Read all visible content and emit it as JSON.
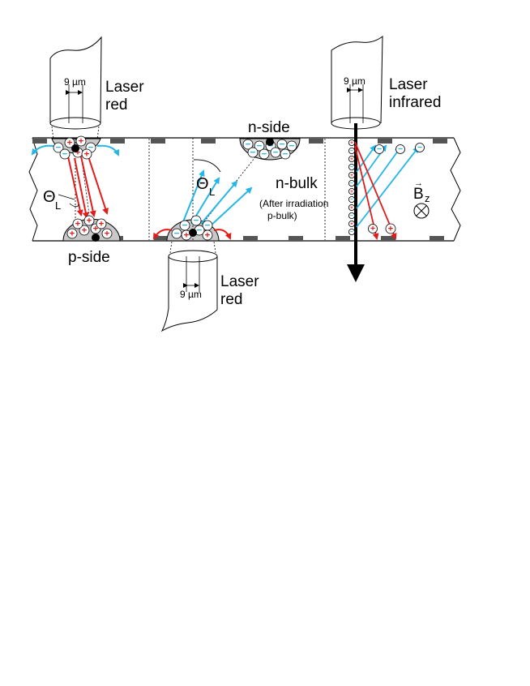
{
  "labels": {
    "laser_red_top": [
      "Laser",
      "red"
    ],
    "laser_infrared": [
      "Laser",
      "infrared"
    ],
    "laser_red_bottom": [
      "Laser",
      "red"
    ],
    "spot_size": "9 µm",
    "n_side": "n-side",
    "p_side": "p-side",
    "n_bulk": "n-bulk",
    "irradiation_note": [
      "(After irradiation",
      "p-bulk)"
    ],
    "theta": "Θ",
    "theta_sub": "L",
    "b_field": "B",
    "b_field_sub": "z",
    "b_field_arrow": "→",
    "plus": "+",
    "minus": "−"
  },
  "colors": {
    "hole": "#e31b1b",
    "electron": "#25b6e6",
    "pad": "#555555",
    "spot": "#c8c8c8",
    "black": "#000000"
  }
}
